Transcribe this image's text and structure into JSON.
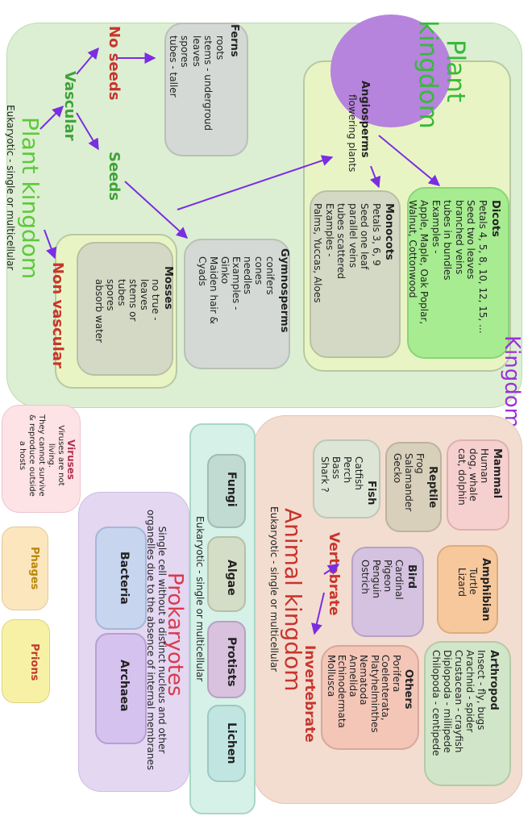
{
  "kingdoms_title": "Kingdoms",
  "plant_region": {
    "title": "Plant kingdom",
    "subtitle": "Eukaryotic - single or multicellular",
    "vascular": "Vascular",
    "no_seeds": "No seeds",
    "seeds": "Seeds",
    "non_vascular": "Non vascular",
    "ferns": {
      "title": "Ferns",
      "lines": "roots\nstems - undergroud\nleaves\nspores\ntubes - taller"
    },
    "mosses": {
      "title": "Mosses",
      "lines": "no true -\nleaves\nstems or\ntubes\nspores\nabsorb water"
    },
    "gymnosperms": {
      "title": "Gymnosperms",
      "lines": "conifers\ncones\nneedles\nExamples -\nGinko\nMaiden hair &\nCyads"
    },
    "angiosperm_panel": {
      "badge": "Plant kingdom",
      "title": "Angiosperms",
      "subtitle": "flowering plants",
      "monocots": {
        "title": "Monocots",
        "lines": "Petals 3, 6, 9\nSeed one leaf\nparallel veins\ntubes scattered\nExamples -\nPalms, Yuccas, Aloes"
      },
      "dicots": {
        "title": "Dicots",
        "lines": "Petals 4, 5, 8, 10, 12, 15, ...\nSeed two leaves\nbranched veins\ntubes in bundles\nExamples -\nApple, Maple, Oak Poplar,\nWalnut, Cottonwood"
      }
    }
  },
  "viruses": {
    "title": "Viruses",
    "lines": "Viruses are not\nliving.\nThey cannot survive\n& reproduce outside\na hosts"
  },
  "phages": "Phages",
  "prions": "Prions",
  "prokaryotes": {
    "title": "Prokaryotes",
    "desc": "Single cell without a distinct nucleus and other\norganelles due to the absence of internal membranes",
    "bacteria": "Bacteria",
    "archaea": "Archaea"
  },
  "eukaryotes": {
    "items": [
      "Fungi",
      "Algae",
      "Protists",
      "Lichen"
    ],
    "subtitle": "Eukaryotic - single or multicellular"
  },
  "animal_region": {
    "title": "Animal kingdom",
    "subtitle": "Eukaryotic - single or multicellular",
    "vertebrate": "Vertebrate",
    "invertebrate": "Invertebrate",
    "mammal": {
      "title": "Mammal",
      "lines": "Human\ndog, whale\ncat, dolphin"
    },
    "reptile": {
      "title": "Reptile",
      "lines": "Frog\nSalamander\nGecko"
    },
    "fish": {
      "title": "Fish",
      "lines": "Catfish\nPerch\nBass\nShark ?"
    },
    "amphibian": {
      "title": "Amphibian",
      "lines": "Turtle\nLizard"
    },
    "bird": {
      "title": "Bird",
      "lines": "Cardinal\nPigeon\nPenguin\nOstrich"
    },
    "arthropod": {
      "title": "Arthropod",
      "lines": "Insect - fly, bugs\nArachnid - spider\nCrustacean - crayfish\nDiplopoda - millipede\nChilopoda - centipede"
    },
    "others": {
      "title": "Others",
      "lines": "Porifera\nCoelenterata,\nPlatyhelminthes\nNematoda\nAnnelida\nEchinodermata\nMollusca"
    }
  },
  "colors": {
    "plant_green": "#5dc93a",
    "animal_red": "#c8342c",
    "kingdom_purple": "#9b30d9",
    "prokaryote_red": "#d93a4a",
    "arrow_purple": "#7a2ee0"
  }
}
